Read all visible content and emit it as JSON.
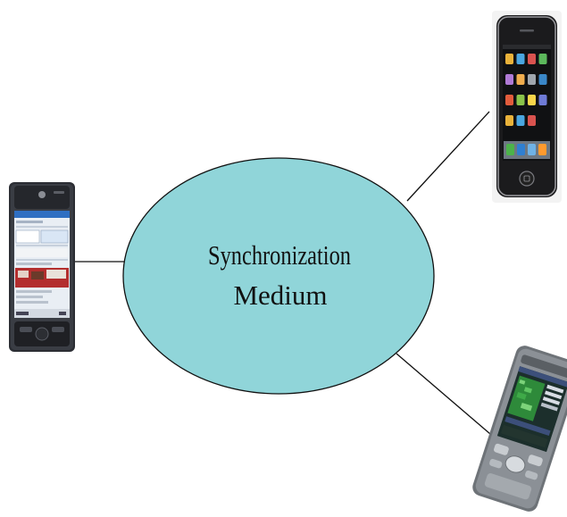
{
  "diagram": {
    "center_label_line1": "Synchronization",
    "center_label_line2": "Medium",
    "center_fill": "#90d5d9",
    "outline_color": "#111111",
    "nodes": [
      {
        "name": "left-device",
        "icon": "pda-phone-icon"
      },
      {
        "name": "top-right-device",
        "icon": "smartphone-icon"
      },
      {
        "name": "bottom-right-device",
        "icon": "pocket-pc-icon"
      }
    ]
  }
}
